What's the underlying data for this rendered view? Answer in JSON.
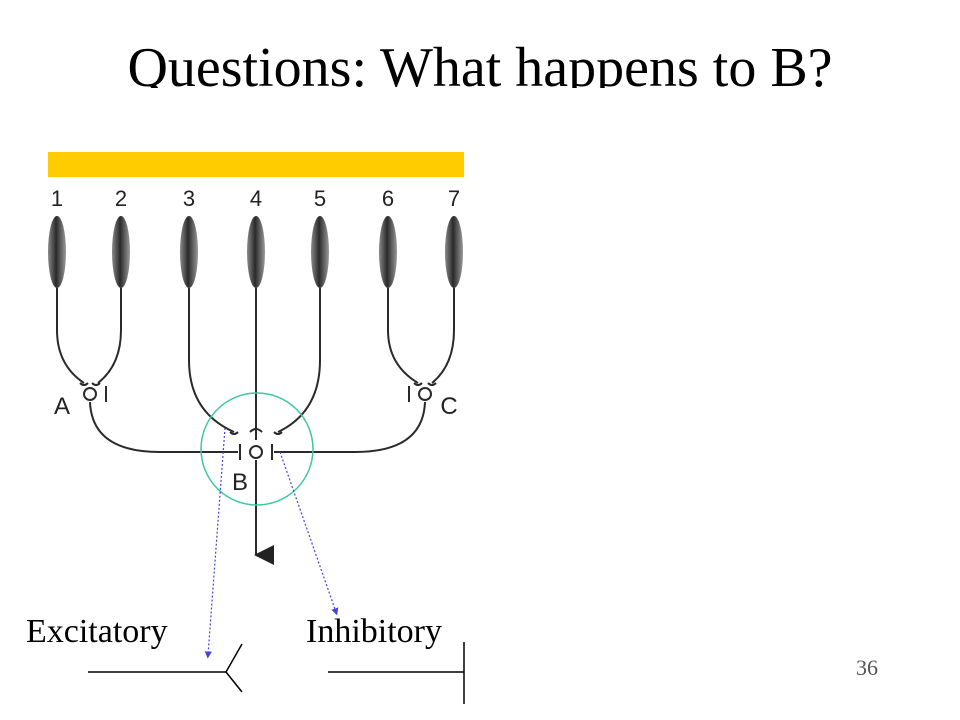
{
  "slide": {
    "title": "Questions: What happens to B?",
    "page_number": "36",
    "colors": {
      "bar": "#ffcc00",
      "circle": "#3cc8a0",
      "pointer": "#4444dd",
      "ink": "#2a2a2a"
    }
  },
  "diagram": {
    "neurons": [
      "1",
      "2",
      "3",
      "4",
      "5",
      "6",
      "7"
    ],
    "cells": {
      "a": "A",
      "b": "B",
      "c": "C"
    }
  },
  "legend": {
    "excitatory": "Excitatory",
    "inhibitory": "Inhibitory"
  }
}
